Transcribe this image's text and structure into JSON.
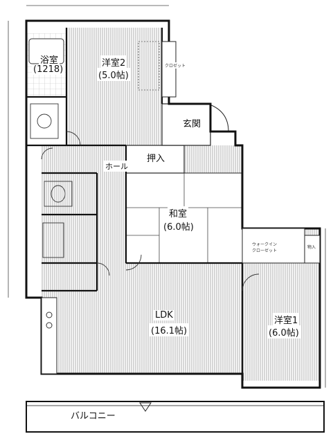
{
  "rooms": {
    "bath": {
      "name": "浴室",
      "size": "(1218)"
    },
    "western2": {
      "name": "洋室2",
      "size": "(5.0帖)"
    },
    "entrance": {
      "name": "玄関"
    },
    "storage": {
      "name": "押入"
    },
    "washitsu": {
      "name": "和室",
      "size": "(6.0帖)"
    },
    "ldk": {
      "name": "LDK",
      "size": "(16.1帖)"
    },
    "western1": {
      "name": "洋室1",
      "size": "(6.0帖)"
    },
    "balcony": {
      "name": "バルコニー"
    }
  },
  "small_labels": {
    "closet": "クロゼット",
    "walk_in": "ウォークイン\nクローゼット",
    "shelf": "物入",
    "hall": "ホール"
  },
  "colors": {
    "line": "#1a1a1a",
    "hatch": "#8a8a8a",
    "paper": "#ffffff"
  }
}
